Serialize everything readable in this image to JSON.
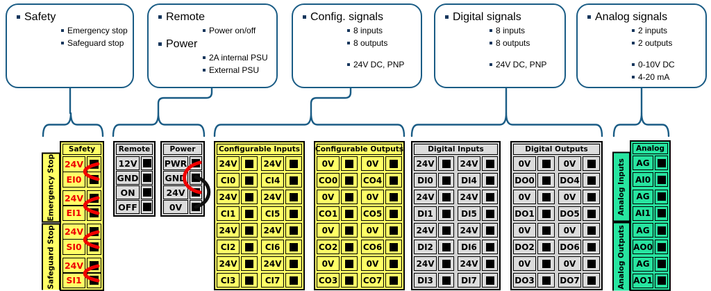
{
  "callouts": [
    {
      "name": "safety",
      "sections": [
        {
          "title": "Safety",
          "items": [
            {
              "t": "Emergency stop"
            },
            {
              "t": "Safeguard stop"
            }
          ]
        }
      ]
    },
    {
      "name": "remote-power",
      "sections": [
        {
          "title": "Remote",
          "items": [
            {
              "t": "Power on/off"
            }
          ]
        },
        {
          "title": "Power",
          "items": [
            {
              "t": "2A internal PSU"
            },
            {
              "t": "External PSU"
            }
          ]
        }
      ]
    },
    {
      "name": "config-signals",
      "sections": [
        {
          "title": "Config. signals",
          "items": [
            {
              "t": "8 inputs"
            },
            {
              "t": "8 outputs"
            },
            {
              "t": "24V DC, PNP",
              "gap": true
            }
          ]
        }
      ]
    },
    {
      "name": "digital-signals",
      "sections": [
        {
          "title": "Digital signals",
          "items": [
            {
              "t": "8 inputs"
            },
            {
              "t": "8 outputs"
            },
            {
              "t": "24V DC, PNP",
              "gap": true
            }
          ]
        }
      ]
    },
    {
      "name": "analog-signals",
      "sections": [
        {
          "title": "Analog signals",
          "items": [
            {
              "t": "2 inputs"
            },
            {
              "t": "2 outputs"
            },
            {
              "t": "0-10V DC",
              "gap": true
            },
            {
              "t": "4-20 mA"
            }
          ]
        }
      ]
    }
  ],
  "blocks": {
    "safety": {
      "header": "Safety",
      "side_labels": [
        "Emergency Stop",
        "Safeguard Stop"
      ],
      "rows": [
        "24V",
        "EI0",
        "24V",
        "EI1",
        "24V",
        "SI0",
        "24V",
        "SI1"
      ]
    },
    "remote": {
      "header": "Remote",
      "rows": [
        "12V",
        "GND",
        "ON",
        "OFF"
      ]
    },
    "power": {
      "header": "Power",
      "rows": [
        "PWR",
        "GND",
        "24V",
        "0V"
      ]
    },
    "configurable_inputs": {
      "header": "Configurable Inputs",
      "columns": [
        [
          "24V",
          "CI0",
          "24V",
          "CI1",
          "24V",
          "CI2",
          "24V",
          "CI3"
        ],
        [
          "24V",
          "CI4",
          "24V",
          "CI5",
          "24V",
          "CI6",
          "24V",
          "CI7"
        ]
      ]
    },
    "configurable_outputs": {
      "header": "Configurable Outputs",
      "columns": [
        [
          "0V",
          "CO0",
          "0V",
          "CO1",
          "0V",
          "CO2",
          "0V",
          "CO3"
        ],
        [
          "0V",
          "CO4",
          "0V",
          "CO5",
          "0V",
          "CO6",
          "0V",
          "CO7"
        ]
      ]
    },
    "digital_inputs": {
      "header": "Digital Inputs",
      "columns": [
        [
          "24V",
          "DI0",
          "24V",
          "DI1",
          "24V",
          "DI2",
          "24V",
          "DI3"
        ],
        [
          "24V",
          "DI4",
          "24V",
          "DI5",
          "24V",
          "DI6",
          "24V",
          "DI7"
        ]
      ]
    },
    "digital_outputs": {
      "header": "Digital Outputs",
      "columns": [
        [
          "0V",
          "DO0",
          "0V",
          "DO1",
          "0V",
          "DO2",
          "0V",
          "DO3"
        ],
        [
          "0V",
          "DO4",
          "0V",
          "DO5",
          "0V",
          "DO6",
          "0V",
          "DO7"
        ]
      ]
    },
    "analog": {
      "header": "Analog",
      "side_labels": [
        "Analog Inputs",
        "Analog Outputs"
      ],
      "rows": [
        "AG",
        "AI0",
        "AG",
        "AI1",
        "AG",
        "AO0",
        "AG",
        "AO1"
      ]
    }
  },
  "colors": {
    "accent_blue": "#1A5C85",
    "bullet_navy": "#17375D",
    "block_yellow": "#FFFF66",
    "block_gray": "#D2D2D2",
    "block_green": "#27E5A0",
    "safety_label_red": "#EE0000",
    "wire_red": "#F00000",
    "wire_black": "#111111",
    "terminal_black": "#000000"
  }
}
